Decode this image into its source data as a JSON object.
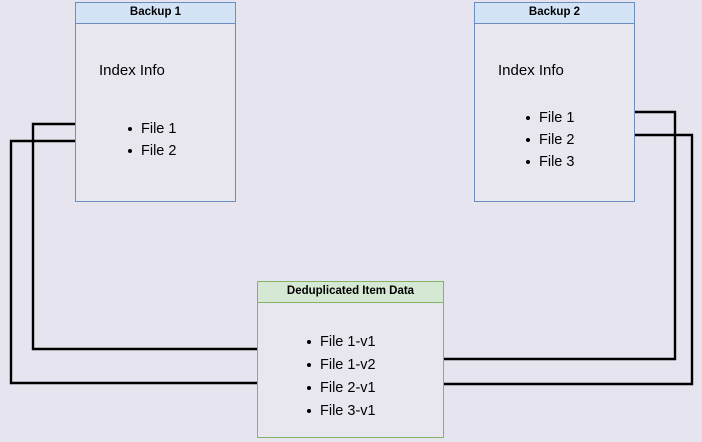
{
  "diagram": {
    "title_hidden": "Backup deduplication index diagram",
    "background_color": "#e6e4ee",
    "blue_border_color": "#6c8ebf",
    "blue_header_color": "#d4e4f7",
    "green_border_color": "#82b366",
    "green_header_color": "#d5e8d4",
    "box_fill_color": "#e8e7f0",
    "edge_color": "#000000"
  },
  "backup1": {
    "title": "Backup 1",
    "section_label": "Index Info",
    "files": [
      "File 1",
      "File 2"
    ]
  },
  "backup2": {
    "title": "Backup 2",
    "section_label": "Index Info",
    "files": [
      "File 1",
      "File 2",
      "File 3"
    ]
  },
  "dedup": {
    "title": "Deduplicated Item Data",
    "items": [
      "File 1-v1",
      "File 1-v2",
      "File 2-v1",
      "File 3-v1"
    ]
  },
  "edges": [
    {
      "name": "backup1-file1-to-file1v1",
      "from": "Backup 1 / File 1",
      "to": "File 1-v1"
    },
    {
      "name": "backup1-file2-to-file2v1",
      "from": "Backup 1 / File 2",
      "to": "File 2-v1"
    },
    {
      "name": "backup2-file1-to-file1v2",
      "from": "Backup 2 / File 1",
      "to": "File 1-v2"
    },
    {
      "name": "backup2-file2-to-file2v1",
      "from": "Backup 2 / File 2",
      "to": "File 2-v1"
    }
  ]
}
